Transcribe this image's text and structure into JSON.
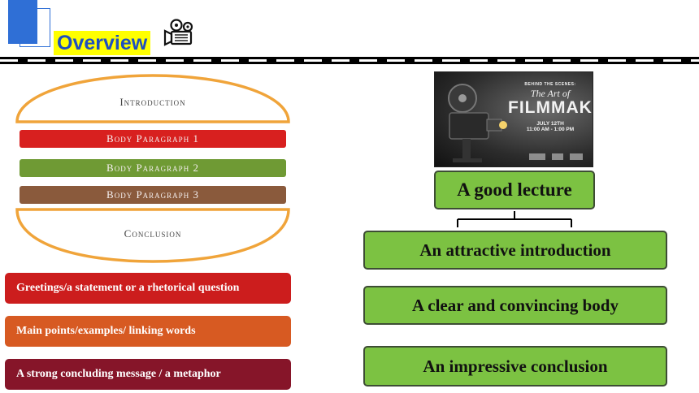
{
  "header": {
    "title": "Overview",
    "icon": "movie-camera-icon"
  },
  "colors": {
    "title_text": "#1f4fbf",
    "title_highlight": "#ffff00",
    "accent_blue": "#2f6fd6",
    "bun": "#f0a43a",
    "patty1": "#d8201f",
    "patty2": "#6f9a34",
    "patty3": "#8a5a3c",
    "box_red": "#cc1d1d",
    "box_orange": "#d75a22",
    "box_maroon": "#861529",
    "green": "#7cc242"
  },
  "structure_diagram": {
    "introduction": "Introduction",
    "body_paragraphs": [
      "Body Paragraph 1",
      "Body Paragraph 2",
      "Body Paragraph 3"
    ],
    "conclusion": "Conclusion"
  },
  "left_boxes": [
    "Greetings/a statement or a rhetorical question",
    "Main points/examples/ linking words",
    "A strong concluding message / a metaphor"
  ],
  "poster": {
    "kicker": "BEHIND THE SCENES:",
    "art_of": "The Art of",
    "headline": "FILMMAKING",
    "date": "JULY 12TH",
    "time": "11:00 AM - 1:00 PM"
  },
  "lecture_map": {
    "root": "A good lecture",
    "parts": [
      "An attractive introduction",
      "A clear and convincing body",
      "An impressive conclusion"
    ]
  }
}
